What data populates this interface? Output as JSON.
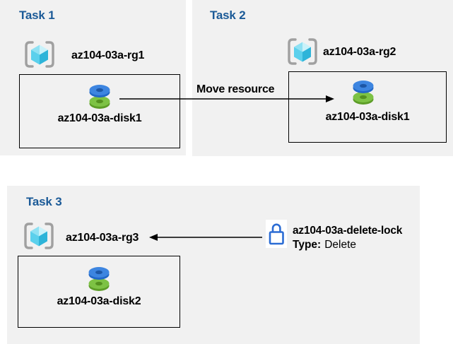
{
  "tasks": {
    "task1": {
      "title": "Task 1",
      "resource_group": "az104-03a-rg1",
      "disk": "az104-03a-disk1"
    },
    "task2": {
      "title": "Task 2",
      "resource_group": "az104-03a-rg2",
      "disk": "az104-03a-disk1"
    },
    "task3": {
      "title": "Task 3",
      "resource_group": "az104-03a-rg3",
      "disk": "az104-03a-disk2"
    }
  },
  "arrows": {
    "move": {
      "label": "Move resource",
      "from": "az104-03a-disk1 (az104-03a-rg1)",
      "to": "az104-03a-disk1 (az104-03a-rg2)"
    },
    "lock": {
      "from": "az104-03a-delete-lock",
      "to": "az104-03a-rg3"
    }
  },
  "lock": {
    "name": "az104-03a-delete-lock",
    "type_label": "Type:",
    "type_value": "Delete"
  },
  "icons": {
    "resource_group": "azure-resource-group-icon",
    "disk": "azure-managed-disk-icon",
    "lock": "lock-icon"
  },
  "colors": {
    "panel_bg": "#f1f1f1",
    "heading_blue": "#1b5a97",
    "label_text": "#000000",
    "box_border": "#000000",
    "arrow": "#000000",
    "bracket_gray": "#a0a0a0",
    "cube_top_left": "#8fe1f3",
    "cube_top_right": "#c9f2fa",
    "cube_bottom_left": "#5bd0ec",
    "cube_bottom_right": "#2db4d9",
    "disk_blue_top": "#3d85e0",
    "disk_blue_side": "#2268c8",
    "disk_blue_hole": "#1d57a6",
    "disk_green_top": "#7dc244",
    "disk_green_side": "#5d9d28",
    "disk_green_hole": "#549020",
    "lock_blue": "#2b6cd4"
  }
}
